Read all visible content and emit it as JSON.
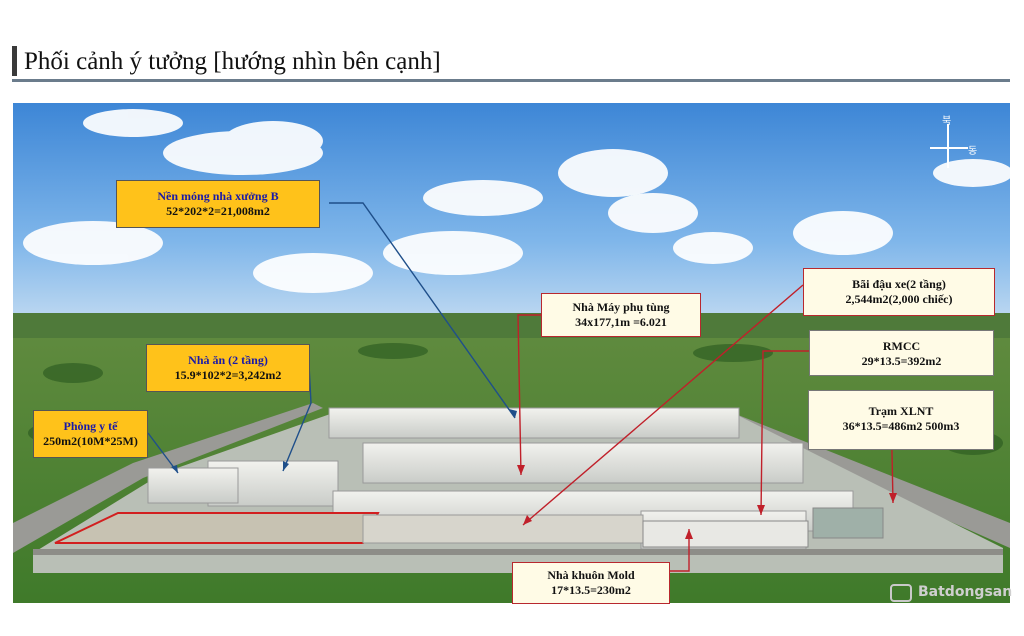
{
  "title": "Phối cảnh ý tưởng [hướng nhìn bên cạnh]",
  "labels": {
    "nen_mong": {
      "line1": "Nền móng nhà xưởng B",
      "line2": "52*202*2=21,008m2"
    },
    "nha_may": {
      "line1": "Nhà Máy phụ tùng",
      "line2": "34x177,1m =6.021"
    },
    "bai_dau_xe": {
      "line1": "Bãi đậu xe(2 tầng)",
      "line2": "2,544m2(2,000 chiếc)"
    },
    "rmcc": {
      "line1": "RMCC",
      "line2": "29*13.5=392m2"
    },
    "nha_an": {
      "line1": "Nhà ăn (2 tầng)",
      "line2": "15.9*102*2=3,242m2"
    },
    "phong_y_te": {
      "line1": "Phòng y tế",
      "line2": "250m2(10M*25M)"
    },
    "tram_xlnt": {
      "line1": "Trạm XLNT",
      "line2": "36*13.5=486m2 500m3"
    },
    "nha_khuon": {
      "line1": "Nhà khuôn Mold",
      "line2": "17*13.5=230m2"
    }
  },
  "compass": {
    "north": "북",
    "east": "동"
  },
  "watermark": "Batdongsan",
  "colors": {
    "yellow": "#ffc21a",
    "cream": "#fffbe6",
    "red": "#b8282e",
    "arrow_blue": "#1f4f8a"
  }
}
